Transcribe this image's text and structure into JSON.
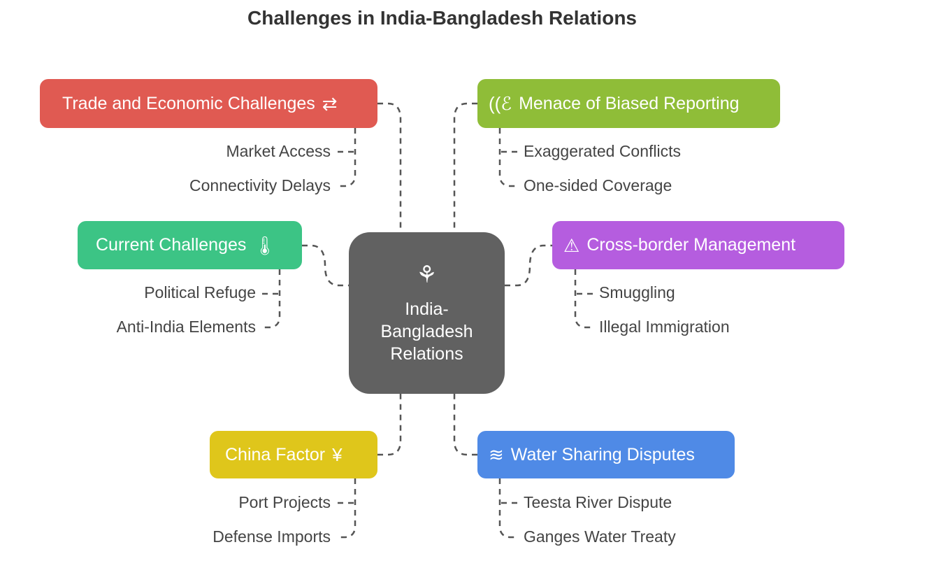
{
  "title": "Challenges in India-Bangladesh Relations",
  "center": {
    "line1": "India-",
    "line2": "Bangladesh",
    "line3": "Relations",
    "icon": "lotus-icon"
  },
  "branches": {
    "trade": {
      "label": "Trade and Economic Challenges",
      "color": "#e05a52",
      "icon": "briefcase-exchange-icon",
      "items": [
        "Market Access",
        "Connectivity Delays"
      ]
    },
    "reporting": {
      "label": "Menace of Biased Reporting",
      "color": "#8fbd38",
      "icon": "ear-icon",
      "items": [
        "Exaggerated Conflicts",
        "One-sided Coverage"
      ]
    },
    "current": {
      "label": "Current Challenges",
      "color": "#3cc485",
      "icon": "globe-thermometer-icon",
      "items": [
        "Political Refuge",
        "Anti-India Elements"
      ]
    },
    "border": {
      "label": "Cross-border Management",
      "color": "#b55ddf",
      "icon": "fence-warning-icon",
      "items": [
        "Smuggling",
        "Illegal Immigration"
      ]
    },
    "china": {
      "label": "China Factor",
      "color": "#dfc61b",
      "icon": "yuan-badge-icon",
      "items": [
        "Port Projects",
        "Defense Imports"
      ]
    },
    "water": {
      "label": "Water Sharing Disputes",
      "color": "#4f8ae6",
      "icon": "water-pipe-icon",
      "items": [
        "Teesta River Dispute",
        "Ganges Water Treaty"
      ]
    }
  }
}
